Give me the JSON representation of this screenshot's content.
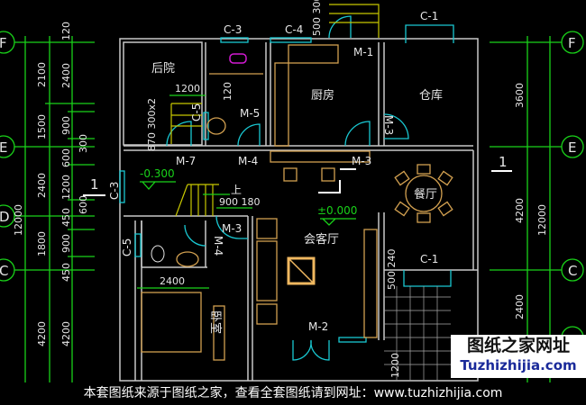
{
  "rooms": {
    "backyard": "后院",
    "kitchen": "厨房",
    "storage": "仓库",
    "dining": "餐厅",
    "living": "会客厅",
    "bedroom": "卧室"
  },
  "elevations": {
    "upper": "±0.000",
    "lower": "-0.300"
  },
  "stair_up": "上",
  "openings": {
    "c3_top": "C-3",
    "c4_top": "C-4",
    "c1_top": "C-1",
    "m1": "M-1",
    "m5": "M-5",
    "m3_storage": "M-3",
    "m7": "M-7",
    "m4": "M-4",
    "m3_kitchen": "M-3",
    "c3_left": "C-3",
    "c5_upper": "C-5",
    "m3_hall": "M-3",
    "m4_bath": "M-4",
    "c5_lower": "C-5",
    "c1_porch": "C-1",
    "m2": "M-2"
  },
  "dimensions": {
    "left_outer": [
      "2100",
      "1500",
      "2400",
      "1800",
      "4200"
    ],
    "left_total": "12000",
    "left_inner": [
      "120",
      "2400",
      "900",
      "600",
      "1200",
      "450",
      "900",
      "450",
      "4200"
    ],
    "left_third": [
      "300",
      "600"
    ],
    "right_outer": [
      "3600",
      "4200",
      "2400"
    ],
    "right_total": "12000",
    "top_small": "500 300",
    "backyard_w": "1200",
    "backyard_v": "120",
    "stair_steps": "870 300x2",
    "stair_dims": "900 180",
    "bedroom_w": "2400",
    "porch_v": "500 240",
    "porch_bottom": "1200"
  },
  "axes": {
    "left": [
      "F",
      "E",
      "D",
      "C"
    ],
    "right": [
      "F",
      "E",
      "C"
    ]
  },
  "section_marks": [
    "1",
    "1"
  ],
  "watermark": {
    "title": "图纸之家网址",
    "url": "Tuzhizhijia.com"
  },
  "footer": "本套图纸来源于图纸之家，查看全套图纸请到网址：www.tuzhizhijia.com"
}
